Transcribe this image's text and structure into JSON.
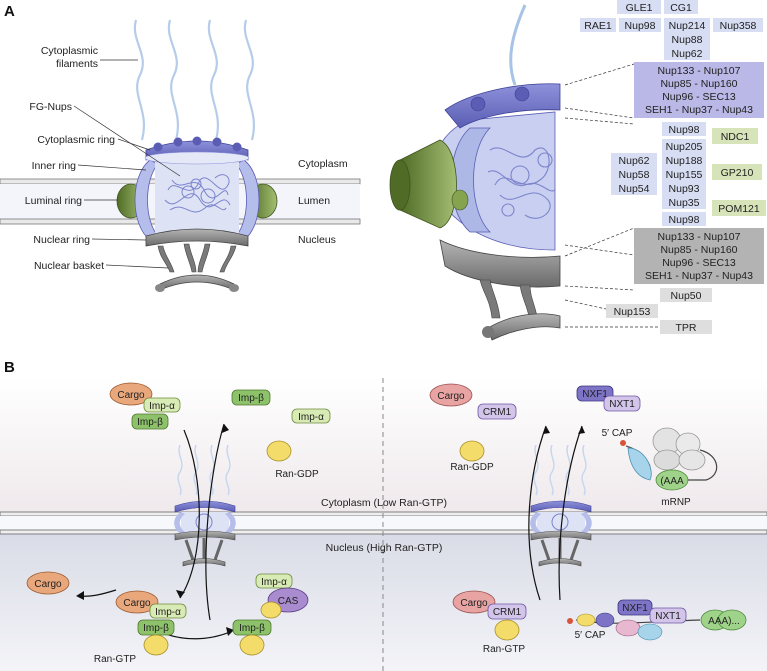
{
  "panels": {
    "a": "A",
    "b": "B"
  },
  "left_labels": {
    "cyto_filaments_1": "Cytoplasmic",
    "cyto_filaments_2": "filaments",
    "fg_nups": "FG-Nups",
    "cyto_ring": "Cytoplasmic ring",
    "inner_ring": "Inner ring",
    "luminal_ring": "Luminal ring",
    "nuclear_ring": "Nuclear ring",
    "nuclear_basket": "Nuclear basket"
  },
  "right_labels": {
    "cytoplasm": "Cytoplasm",
    "lumen": "Lumen",
    "nucleus": "Nucleus"
  },
  "nups": {
    "gle1": "GLE1",
    "cg1": "CG1",
    "rae1": "RAE1",
    "nup98_top": "Nup98",
    "nup214": "Nup214",
    "nup358": "Nup358",
    "nup88": "Nup88",
    "nup62_top": "Nup62",
    "cyto_y": [
      "Nup133 - Nup107",
      "Nup85 - Nup160",
      "Nup96 - SEC13",
      "SEH1 - Nup37 - Nup43"
    ],
    "nup98_a": "Nup98",
    "ndc1": "NDC1",
    "inner_center": [
      "Nup205",
      "Nup188",
      "Nup155",
      "Nup93",
      "Nup35"
    ],
    "inner_left": [
      "Nup62",
      "Nup58",
      "Nup54"
    ],
    "gp210": "GP210",
    "pom121": "POM121",
    "nup98_b": "Nup98",
    "nuc_y": [
      "Nup133 - Nup107",
      "Nup85 - Nup160",
      "Nup96 - SEC13",
      "SEH1 - Nup37 - Nup43"
    ],
    "nup50": "Nup50",
    "nup153": "Nup153",
    "tpr": "TPR"
  },
  "panel_b": {
    "cytoplasm": "Cytoplasm (Low Ran-GTP)",
    "nucleus": "Nucleus (High Ran-GTP)",
    "import": {
      "cargo_top": "Cargo",
      "imp_a_top": "Imp-α",
      "imp_b_top": "Imp-β",
      "imp_b_free": "Imp-β",
      "imp_a_free": "Imp-α",
      "ran_gdp": "Ran-GDP",
      "cargo_released": "Cargo",
      "cargo_nuc": "Cargo",
      "imp_a_nuc": "Imp-α",
      "imp_b_nuc": "Imp-β",
      "ran_gtp": "Ran-GTP",
      "imp_b_ran": "Imp-β",
      "cas_imp_a": "Imp-α",
      "cas": "CAS"
    },
    "export": {
      "cargo_cyto": "Cargo",
      "crm1_cyto": "CRM1",
      "ran_gdp": "Ran-GDP",
      "nxf1_cyto": "NXF1",
      "nxt1_cyto": "NXT1",
      "cap_cyto": "5′ CAP",
      "aaa_cyto": "(AAA",
      "mrnp": "mRNP",
      "cargo_nuc": "Cargo",
      "crm1_nuc": "CRM1",
      "ran_gtp": "Ran-GTP",
      "nxf1_nuc": "NXF1",
      "nxt1_nuc": "NXT1",
      "cap_nuc": "5′ CAP",
      "aaa_nuc": "AAA)..."
    }
  },
  "colors": {
    "ring_blue": "#6b6fc4",
    "inner_blue": "#aeb8e6",
    "green": "#6e8a3c",
    "box_blue": "#d7ddf3",
    "box_purple": "#b9b8e6",
    "box_green": "#d7e4b9",
    "box_gray": "#b3b3b3",
    "box_lgray": "#dedede"
  }
}
